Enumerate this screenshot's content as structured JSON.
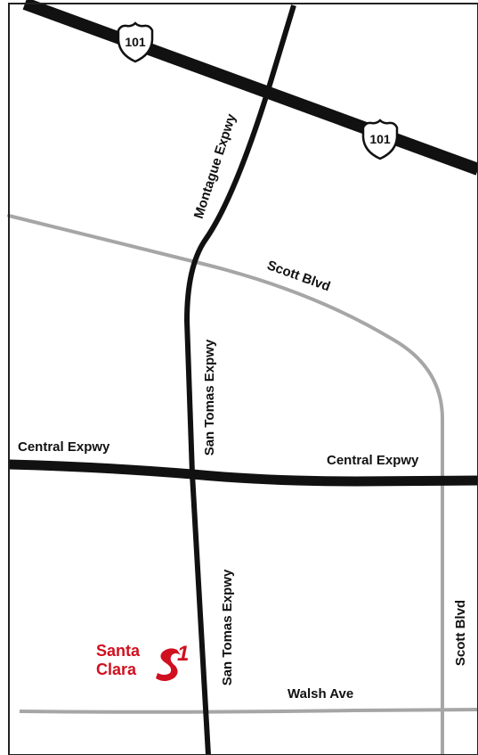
{
  "colors": {
    "major_road": "#111111",
    "minor_road": "#a6a6a6",
    "brand": "#d0101e",
    "border": "#222222",
    "background": "#ffffff"
  },
  "highway_shields": [
    {
      "route": "101",
      "icon": "interstate-shield-icon"
    },
    {
      "route": "101",
      "icon": "interstate-shield-icon"
    }
  ],
  "road_labels": {
    "montague": "Montague Expwy",
    "scott_upper": "Scott Blvd",
    "san_tomas_upper": "San Tomas Expwy",
    "central_left": "Central Expwy",
    "central_right": "Central Expwy",
    "san_tomas_lower": "San Tomas Expwy",
    "scott_lower": "Scott Blvd",
    "walsh": "Walsh Ave"
  },
  "location": {
    "line1": "Santa",
    "line2": "Clara",
    "logo_icon": "s1-logo-icon",
    "logo_digit": "1"
  }
}
